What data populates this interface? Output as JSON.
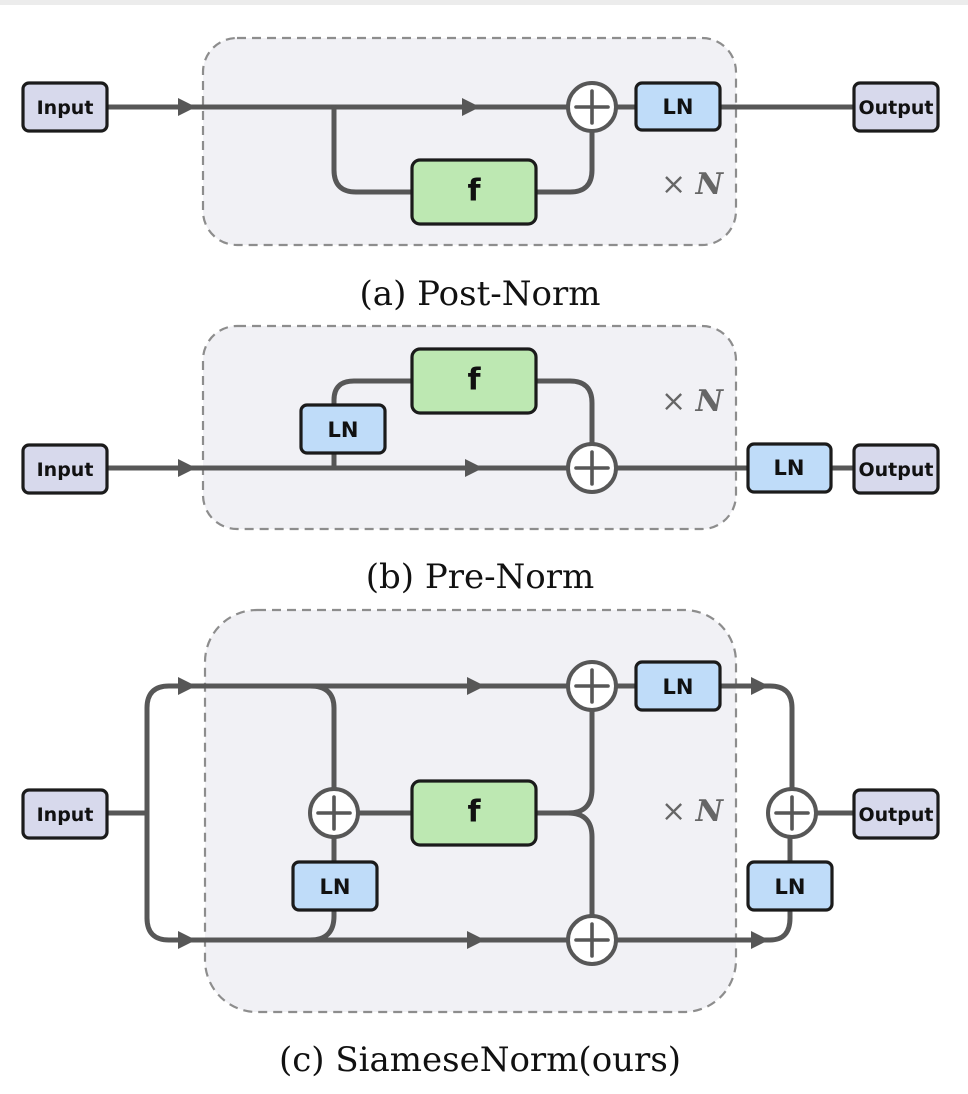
{
  "panels": {
    "post_norm": {
      "caption": "(a) Post-Norm",
      "input": "Input",
      "output": "Output",
      "ln": "LN",
      "f": "f",
      "repeat_times": "×",
      "repeat_n": "N"
    },
    "pre_norm": {
      "caption": "(b) Pre-Norm",
      "input": "Input",
      "output": "Output",
      "ln_inner": "LN",
      "ln_outer": "LN",
      "f": "f",
      "repeat_times": "×",
      "repeat_n": "N"
    },
    "siamese_norm": {
      "caption": "(c) SiameseNorm(ours)",
      "input": "Input",
      "output": "Output",
      "ln_top": "LN",
      "ln_inner": "LN",
      "ln_outer": "LN",
      "f": "f",
      "repeat_times": "×",
      "repeat_n": "N"
    }
  },
  "colors": {
    "io_box": "#d7d9ec",
    "ln_box": "#bfdcf9",
    "f_box": "#bde8b2",
    "wire": "#575757",
    "region": "#f1f1f5"
  }
}
